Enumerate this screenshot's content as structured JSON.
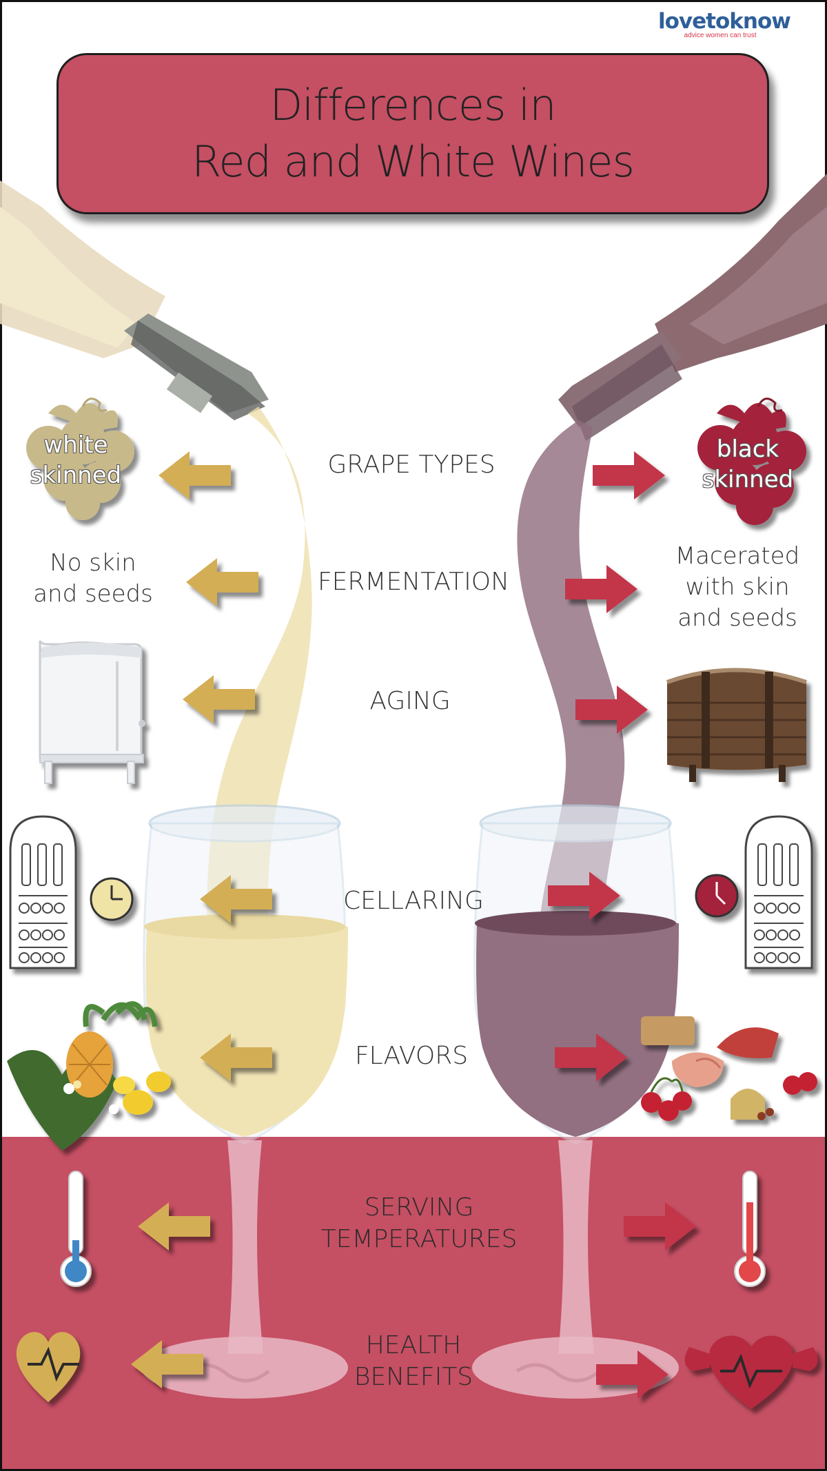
{
  "brand": {
    "logo_text_part1": "lovetoknow",
    "tagline": "advice women can trust"
  },
  "title": {
    "line1": "Differences in",
    "line2": "Red and White Wines"
  },
  "categories": [
    {
      "id": "grape",
      "label": "GRAPE TYPES"
    },
    {
      "id": "fermentation",
      "label": "FERMENTATION"
    },
    {
      "id": "aging",
      "label": "AGING"
    },
    {
      "id": "cellaring",
      "label": "CELLARING"
    },
    {
      "id": "flavors",
      "label": "FLAVORS"
    },
    {
      "id": "serving",
      "label_line1": "SERVING",
      "label_line2": "TEMPERATURES"
    },
    {
      "id": "health",
      "label_line1": "HEALTH",
      "label_line2": "BENEFITS"
    }
  ],
  "white": {
    "grape_line1": "white",
    "grape_line2": "skinned",
    "fermentation_line1": "No skin",
    "fermentation_line2": "and seeds"
  },
  "red": {
    "grape_line1": "black",
    "grape_line2": "skinned",
    "fermentation_line1": "Macerated",
    "fermentation_line2": "with skin",
    "fermentation_line3": "and seeds"
  },
  "icons": {
    "white_aging": "steel-tank-icon",
    "red_aging": "oak-barrel-icon",
    "cellaring": "wine-rack-icon",
    "clock": "clock-icon",
    "white_flavors": "tropical-fruit-icon",
    "red_flavors": "meat-and-berries-icon",
    "white_temp": "cold-thermometer-icon",
    "red_temp": "warm-thermometer-icon",
    "white_health": "heart-pulse-icon",
    "red_health": "strong-heart-icon"
  },
  "colors": {
    "accent_red": "#c54f63",
    "arrow_gold": "#d4ae55",
    "arrow_red": "#c3354a",
    "white_wine": "#f1e4b4",
    "red_wine": "#8f6b7d"
  }
}
